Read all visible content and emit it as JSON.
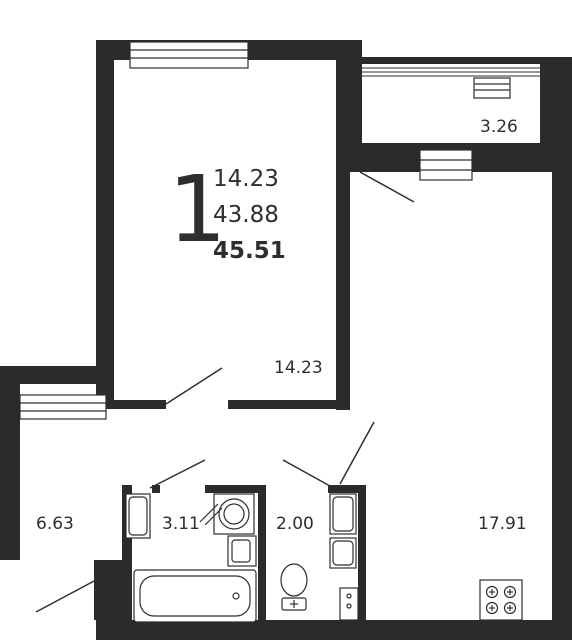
{
  "summary": {
    "rooms": "1",
    "living_area": "14.23",
    "total_area": "43.88",
    "total_with_balcony": "45.51"
  },
  "rooms": {
    "bedroom": "14.23",
    "balcony": "3.26",
    "hallway": "6.63",
    "bathroom": "3.11",
    "toilet": "2.00",
    "kitchen": "17.91"
  },
  "colors": {
    "wall": "#2b2b2b",
    "line": "#2e2e2e",
    "background": "#ffffff"
  },
  "icons": [
    "window",
    "door-swing",
    "bathtub",
    "sink",
    "toilet",
    "washing-machine",
    "water-boiler",
    "stove",
    "kitchen-counter"
  ]
}
